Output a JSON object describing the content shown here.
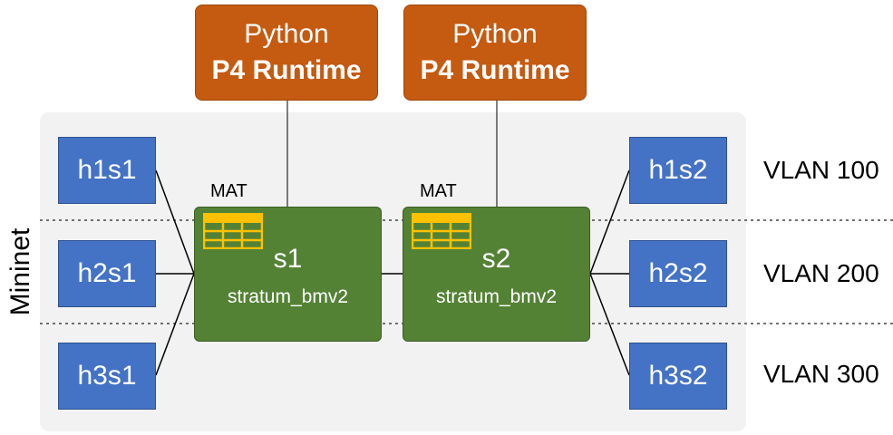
{
  "controllers": [
    {
      "line1": "Python",
      "line2": "P4 Runtime"
    },
    {
      "line1": "Python",
      "line2": "P4 Runtime"
    }
  ],
  "mininet_label": "Mininet",
  "switches": [
    {
      "name": "s1",
      "impl": "stratum_bmv2",
      "table_label": "MAT"
    },
    {
      "name": "s2",
      "impl": "stratum_bmv2",
      "table_label": "MAT"
    }
  ],
  "hosts_left": [
    "h1s1",
    "h2s1",
    "h3s1"
  ],
  "hosts_right": [
    "h1s2",
    "h2s2",
    "h3s2"
  ],
  "vlans": [
    "VLAN 100",
    "VLAN 200",
    "VLAN 300"
  ],
  "colors": {
    "controller": "#c55a11",
    "switch": "#548235",
    "host": "#4472c4",
    "mininet_bg": "#f2f2f2",
    "table_icon": "#ffc000"
  }
}
